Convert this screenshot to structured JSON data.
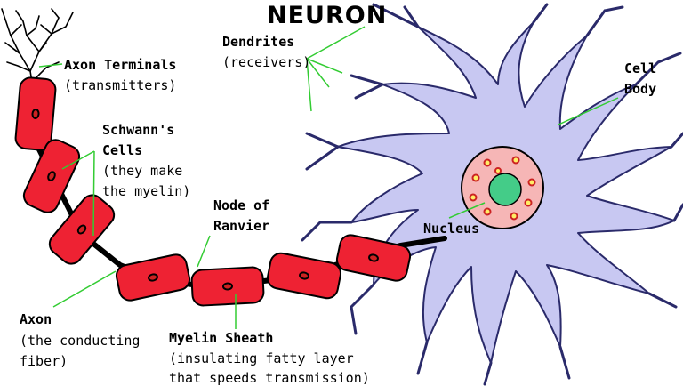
{
  "title": "NEURON",
  "labels": {
    "axon_terminals": {
      "name": "Axon Terminals",
      "desc": "(transmitters)"
    },
    "dendrites": {
      "name": "Dendrites",
      "desc": "(receivers)"
    },
    "cell_body": {
      "line1": "Cell",
      "line2": "Body"
    },
    "schwann": {
      "line1": "Schwann's",
      "line2": "Cells",
      "desc1": "(they make",
      "desc2": "the myelin)"
    },
    "node": {
      "line1": "Node of",
      "line2": "Ranvier"
    },
    "nucleus": {
      "name": "Nucleus"
    },
    "axon": {
      "name": "Axon",
      "desc1": "(the conducting",
      "desc2": "fiber)"
    },
    "myelin": {
      "name": "Myelin Sheath",
      "desc1": "(insulating fatty layer",
      "desc2": "that speeds transmission)"
    }
  },
  "colors": {
    "myelin": "#ee2233",
    "cell_body": "#c8c8f2",
    "nucleus_outer": "#f6b6b6",
    "nucleus_inner": "#44cc88",
    "leader_line": "#33cc33"
  }
}
